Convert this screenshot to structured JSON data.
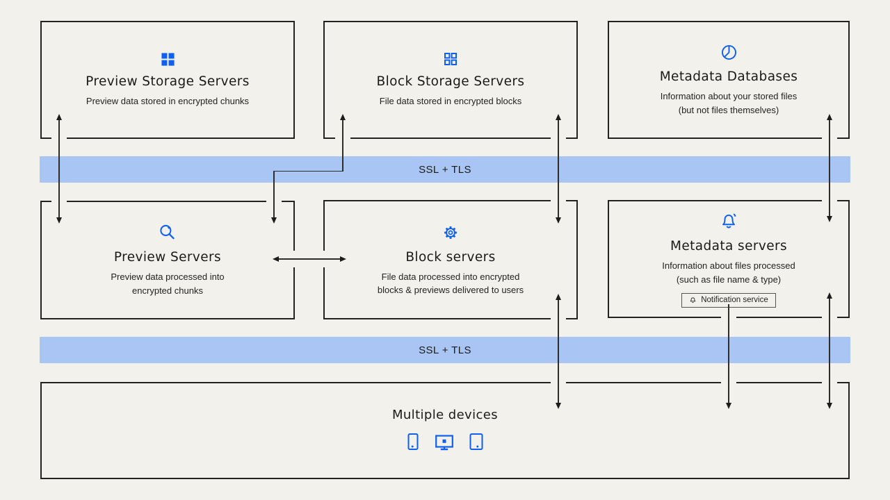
{
  "theme": {
    "bg": "#f3f1ec",
    "ink": "#1e1d1b",
    "border": "#22211f",
    "accent": "#0e5ff2",
    "band": "#a8c5f3",
    "line": "#2e2d2a"
  },
  "diagram": {
    "ssl_bands": [
      {
        "label": "SSL + TLS"
      },
      {
        "label": "SSL + TLS"
      }
    ],
    "storage_row": {
      "preview_storage": {
        "icon": "grid-filled-icon",
        "title": "Preview Storage Servers",
        "subtitle_lines": [
          "Preview data stored in encrypted chunks"
        ]
      },
      "block_storage": {
        "icon": "grid-outline-icon",
        "title": "Block Storage Servers",
        "subtitle_lines": [
          "File data stored in encrypted blocks"
        ]
      },
      "metadata_databases": {
        "icon": "pie-chart-icon",
        "title": "Metadata Databases",
        "subtitle_lines": [
          "Information about your stored files",
          "(but not files themselves)"
        ]
      }
    },
    "server_row": {
      "preview_servers": {
        "icon": "magnifier-icon",
        "title": "Preview Servers",
        "subtitle_lines": [
          "Preview data processed into",
          "encrypted chunks"
        ]
      },
      "block_servers": {
        "icon": "gear-icon",
        "title": "Block servers",
        "subtitle_lines": [
          "File data processed into encrypted",
          "blocks & previews delivered to users"
        ]
      },
      "metadata_servers": {
        "icon": "bell-icon",
        "title": "Metadata servers",
        "subtitle_lines": [
          "Information about files processed",
          "(such as file name & type)"
        ],
        "badge_label": "Notification service",
        "badge_icon": "notification-bell-icon"
      }
    },
    "devices": {
      "title": "Multiple devices",
      "icons": [
        "phone-icon",
        "monitor-icon",
        "tablet-icon"
      ]
    }
  }
}
